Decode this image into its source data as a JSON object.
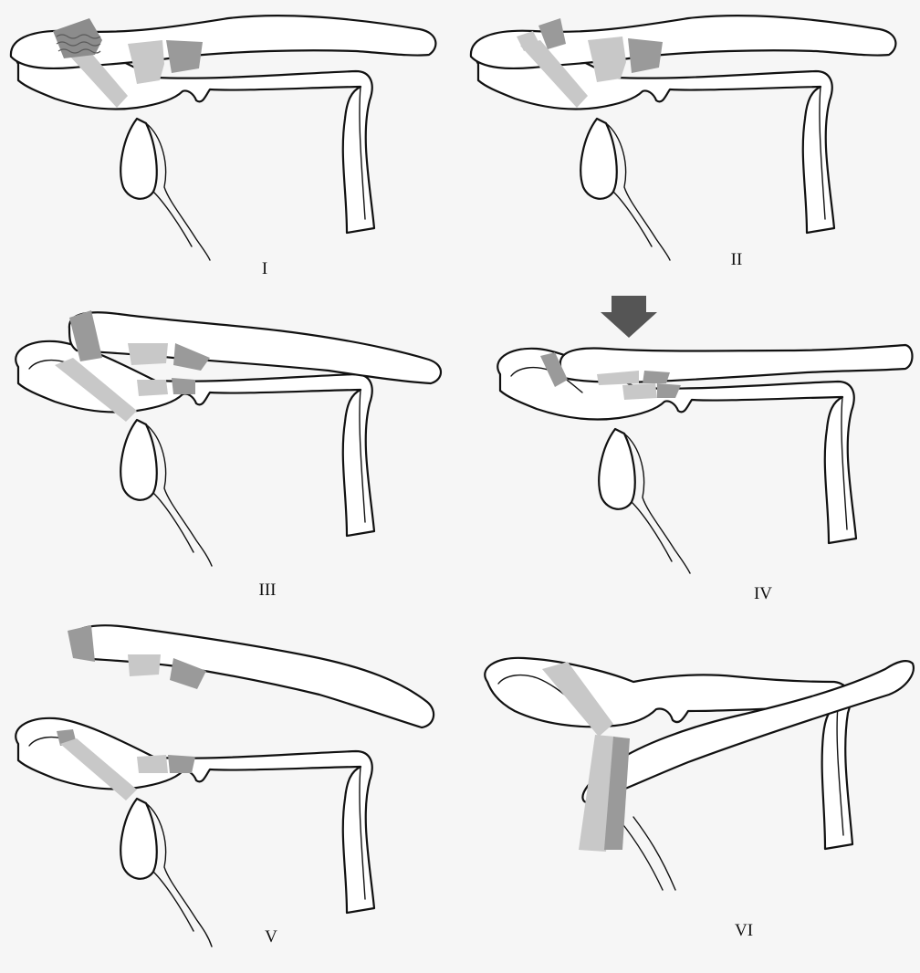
{
  "figure": {
    "panels": [
      {
        "id": "p1",
        "label": "I"
      },
      {
        "id": "p2",
        "label": "II"
      },
      {
        "id": "p3",
        "label": "III"
      },
      {
        "id": "p4",
        "label": "IV"
      },
      {
        "id": "p5",
        "label": "V"
      },
      {
        "id": "p6",
        "label": "VI"
      }
    ]
  },
  "colors": {
    "panel_background": "#f5f5f5",
    "bone_outline": "#111111",
    "ligament_light": "#c8c8c8",
    "ligament_dark": "#9a9a9a",
    "arrow": "#555555"
  }
}
